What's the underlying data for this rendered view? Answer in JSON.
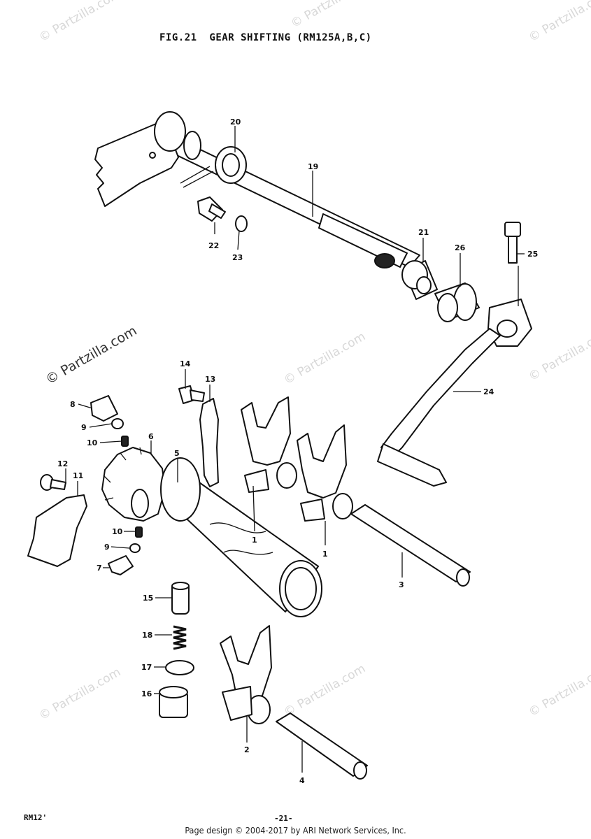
{
  "title": "FIG.21  GEAR SHIFTING (RM125A,B,C)",
  "page_code": "RM12'",
  "page_number": "-21-",
  "footer": "Page design © 2004-2017 by ARI Network Services, Inc.",
  "watermark": "© Partzilla.com",
  "callouts": {
    "c1a": "1",
    "c1b": "1",
    "c2": "2",
    "c3": "3",
    "c4": "4",
    "c5": "5",
    "c6": "6",
    "c7": "7",
    "c8": "8",
    "c9a": "9",
    "c9b": "9",
    "c10a": "10",
    "c10b": "10",
    "c11": "11",
    "c12": "12",
    "c13": "13",
    "c14": "14",
    "c15": "15",
    "c16": "16",
    "c17": "17",
    "c18": "18",
    "c19": "19",
    "c20": "20",
    "c21": "21",
    "c22": "22",
    "c23": "23",
    "c24": "24",
    "c25": "25",
    "c26": "26"
  }
}
